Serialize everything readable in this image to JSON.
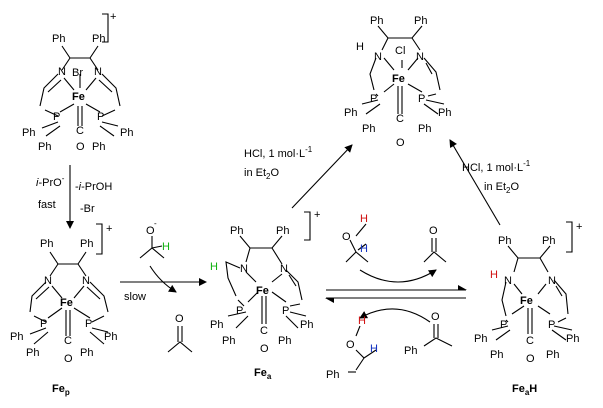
{
  "structures": {
    "top_left": {
      "ph_a": "Ph",
      "ph_b": "Ph",
      "n1": "N",
      "n2": "N",
      "br": "Br",
      "fe": "Fe",
      "p1": "P",
      "p2": "P",
      "ph_c": "Ph",
      "ph_d": "Ph",
      "ph_e": "Ph",
      "ph_f": "Ph",
      "co_c": "C",
      "co_o": "O",
      "charge": "+"
    },
    "fe_p": {
      "ph_a": "Ph",
      "ph_b": "Ph",
      "n1": "N",
      "n2": "N",
      "fe": "Fe",
      "p1": "P",
      "p2": "P",
      "ph_c": "Ph",
      "ph_d": "Ph",
      "ph_e": "Ph",
      "ph_f": "Ph",
      "co_c": "C",
      "co_o": "O",
      "charge": "+",
      "label_main": "Fe",
      "label_sub": "p"
    },
    "fe_a": {
      "h": "H",
      "ph_a": "Ph",
      "ph_b": "Ph",
      "n1": "N",
      "n2": "N",
      "fe": "Fe",
      "p1": "P",
      "p2": "P",
      "ph_c": "Ph",
      "ph_d": "Ph",
      "ph_e": "Ph",
      "ph_f": "Ph",
      "co_c": "C",
      "co_o": "O",
      "charge": "+",
      "label_main": "Fe",
      "label_sub": "a"
    },
    "fe_a_h": {
      "h": "H",
      "ph_a": "Ph",
      "ph_b": "Ph",
      "n1": "N",
      "n2": "N",
      "fe": "Fe",
      "p1": "P",
      "p2": "P",
      "ph_c": "Ph",
      "ph_d": "Ph",
      "ph_e": "Ph",
      "ph_f": "Ph",
      "co_c": "C",
      "co_o": "O",
      "charge": "+",
      "label_main": "Fe",
      "label_sub": "a",
      "label_tail": "H"
    },
    "top_right": {
      "h": "H",
      "cl": "Cl",
      "ph_a": "Ph",
      "ph_b": "Ph",
      "n1": "N",
      "n2": "N",
      "fe": "Fe",
      "p1": "P",
      "p2": "P",
      "ph_c": "Ph",
      "ph_d": "Ph",
      "ph_e": "Ph",
      "ph_f": "Ph",
      "co_c": "C",
      "co_o": "O"
    }
  },
  "small_molecules": {
    "isopropoxide": {
      "o": "O",
      "charge": "-",
      "h": "H"
    },
    "acetone_bottom": {
      "o": "O"
    },
    "isopropanol_top": {
      "h_o": "H",
      "o": "O",
      "h_c": "H"
    },
    "acetone_top": {
      "o": "O"
    },
    "phenylethanol": {
      "h_o": "H",
      "o": "O",
      "h_c": "H",
      "ph": "Ph"
    },
    "acetophenone": {
      "o": "O",
      "ph": "Ph"
    }
  },
  "conditions": {
    "left_reagent_1a": "i",
    "left_reagent_1b": "-PrO",
    "left_reagent_1c": "-",
    "left_reagent_2": "fast",
    "left_product_1a": "-",
    "left_product_1b": "i",
    "left_product_1c": "-PrOH",
    "left_product_2": "-Br",
    "slow": "slow",
    "hcl_left": "HCl, 1 mol·L",
    "hcl_left_exp": "-1",
    "solvent_left_a": "in Et",
    "solvent_left_sub": "2",
    "solvent_left_b": "O",
    "hcl_right": "HCl, 1 mol·L",
    "hcl_right_exp": "-1",
    "solvent_right_a": "in Et",
    "solvent_right_sub": "2",
    "solvent_right_b": "O"
  },
  "colors": {
    "red_h": "#d01010",
    "blue_h": "#1030c0",
    "green_h": "#10b010"
  }
}
